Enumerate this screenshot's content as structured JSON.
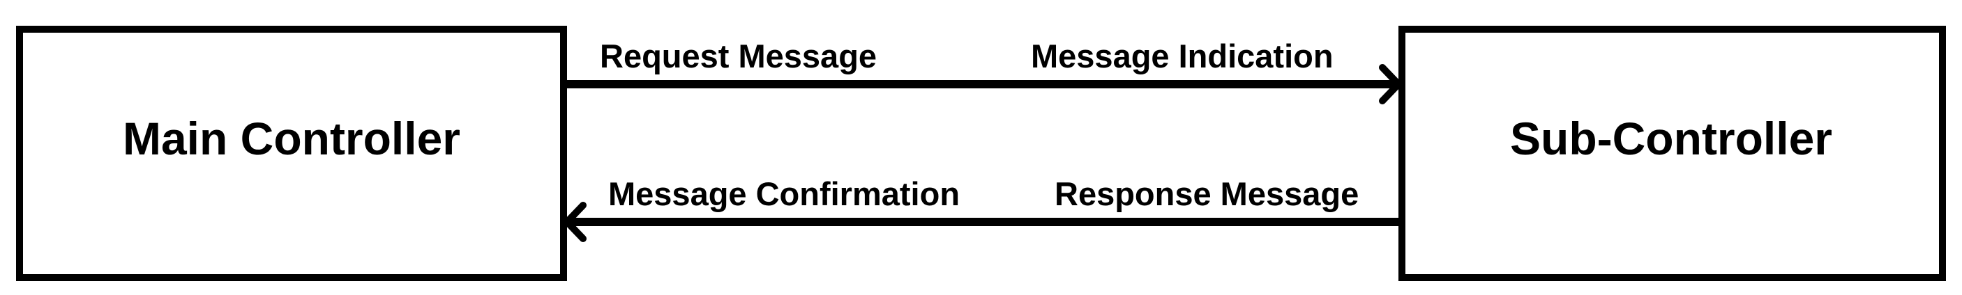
{
  "nodes": {
    "main_controller": {
      "label": "Main Controller"
    },
    "sub_controller": {
      "label": "Sub-Controller"
    }
  },
  "edges": {
    "forward": {
      "label_left": "Request Message",
      "label_right": "Message Indication",
      "direction": "Main Controller → Sub-Controller"
    },
    "backward": {
      "label_left": "Message Confirmation",
      "label_right": "Response Message",
      "direction": "Sub-Controller → Main Controller"
    }
  },
  "colors": {
    "stroke": "#000000",
    "background": "#ffffff"
  }
}
